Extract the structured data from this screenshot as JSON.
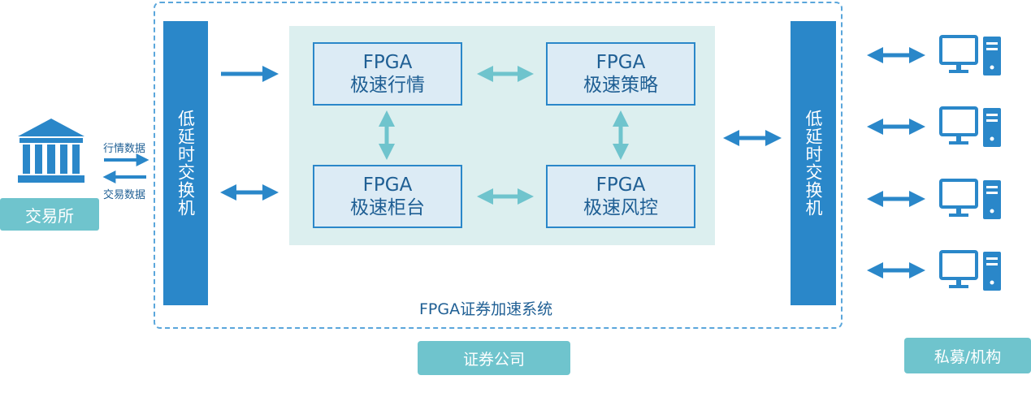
{
  "exchange": {
    "label": "交易所",
    "icon": "building-columns-icon",
    "market_data_label": "行情数据",
    "trade_data_label": "交易数据"
  },
  "system": {
    "title": "FPGA证券加速系统",
    "left_switch": "低延时交换机",
    "right_switch": "低延时交换机",
    "modules": [
      {
        "line1": "FPGA",
        "line2": "极速行情"
      },
      {
        "line1": "FPGA",
        "line2": "极速策略"
      },
      {
        "line1": "FPGA",
        "line2": "极速柜台"
      },
      {
        "line1": "FPGA",
        "line2": "极速风控"
      }
    ]
  },
  "securities_company_label": "证券公司",
  "clients": {
    "label": "私募/机构",
    "icon": "desktop-computer-icon",
    "count": 4
  },
  "colors": {
    "primary_blue": "#2a87c9",
    "teal": "#6fc4cd",
    "panel_bg": "#dcefef",
    "module_bg": "#dcebf5",
    "text_blue": "#1f5f94"
  }
}
